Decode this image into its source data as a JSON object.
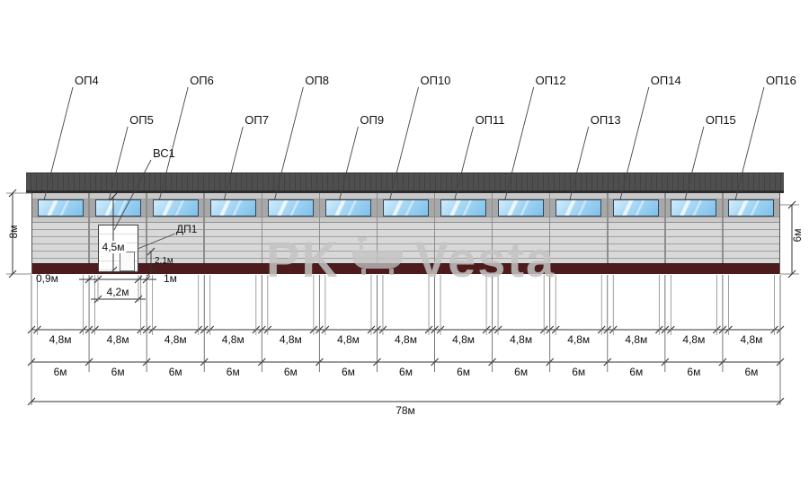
{
  "drawing": {
    "top_labels": [
      {
        "text": "ОП4",
        "row": "upper",
        "window": 1
      },
      {
        "text": "ОП5",
        "row": "lower",
        "window": 2
      },
      {
        "text": "ОП6",
        "row": "upper",
        "window": 3
      },
      {
        "text": "ОП7",
        "row": "lower",
        "window": 4
      },
      {
        "text": "ОП8",
        "row": "upper",
        "window": 5
      },
      {
        "text": "ОП9",
        "row": "lower",
        "window": 6
      },
      {
        "text": "ОП10",
        "row": "upper",
        "window": 7
      },
      {
        "text": "ОП11",
        "row": "lower",
        "window": 8
      },
      {
        "text": "ОП12",
        "row": "upper",
        "window": 9
      },
      {
        "text": "ОП13",
        "row": "lower",
        "window": 10
      },
      {
        "text": "ОП14",
        "row": "upper",
        "window": 11
      },
      {
        "text": "ОП15",
        "row": "lower",
        "window": 12
      },
      {
        "text": "ОП16",
        "row": "upper",
        "window": 13
      }
    ],
    "gate_label": "ВС1",
    "door_label": "ДП1",
    "bays": 13,
    "dimensions": {
      "window_width": "4,8м",
      "bay_width": "6м",
      "total_length": "78м",
      "left_height": "8м",
      "right_height": "6м",
      "gate_height": "4,5м",
      "door_height": "2,1м",
      "gate_offset_left": "0,9м",
      "gate_width": "4,2м",
      "gate_offset_right": "1м"
    }
  },
  "watermark": {
    "left": "PK",
    "right": "Vesta"
  },
  "colors": {
    "roof": "#4f4f4f",
    "window_glass": "#a5d6f4",
    "plinth": "#4d1b1b",
    "line": "#333333"
  }
}
